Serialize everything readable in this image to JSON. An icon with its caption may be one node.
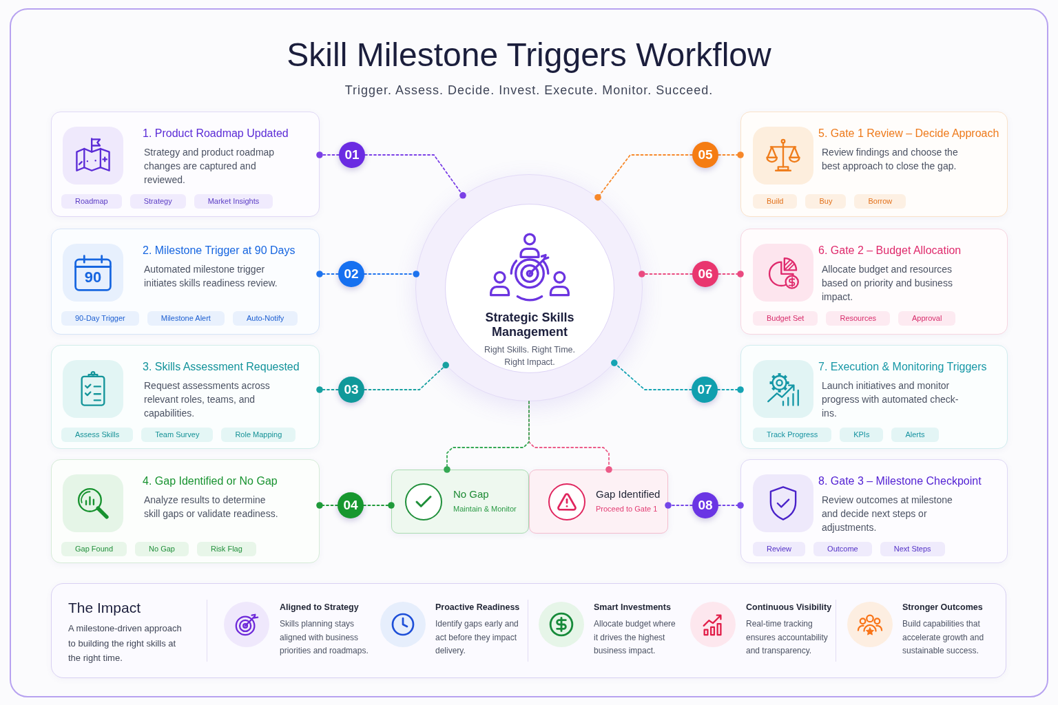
{
  "diagram": {
    "title": "Skill Milestone Triggers Workflow",
    "nodes": [
      {
        "text": [
          "1. Product Roadmap Updated",
          "Strategy and product roadmap changes are captured and reviewed."
        ]
      },
      {
        "text": [
          "Roadmap"
        ],
        "in": 0
      },
      {
        "text": [
          "Strategy"
        ],
        "in": 0
      },
      {
        "text": [
          "Market Insights"
        ],
        "in": 0
      },
      {
        "text": [
          "90",
          "2. Milestone Trigger at 90 Days",
          "Automated milestone trigger initiates skills readiness review."
        ]
      },
      {
        "text": [
          "90-Day Trigger"
        ],
        "in": 4
      },
      {
        "text": [
          "Milestone Alert"
        ],
        "in": 4
      },
      {
        "text": [
          "Auto-Notify"
        ],
        "in": 4
      },
      {
        "text": [
          "3. Skills Assessment Requested",
          "Request assessments across relevant roles, teams, and capabilities."
        ]
      },
      {
        "text": [
          "Assess Skills"
        ],
        "in": 8
      },
      {
        "text": [
          "Team Survey"
        ],
        "in": 8
      },
      {
        "text": [
          "Role Mapping"
        ],
        "in": 8
      },
      {
        "text": [
          "4. Gap Identified or No Gap",
          "Analyze results to determine skill gaps or validate readiness."
        ]
      },
      {
        "text": [
          "Gap Found"
        ],
        "in": 12
      },
      {
        "text": [
          "No Gap"
        ],
        "in": 12
      },
      {
        "text": [
          "Risk Flag"
        ],
        "in": 12
      },
      {
        "text": [
          "5. Gate 1 Review – Decide Approach",
          "Review findings and choose the best approach to close the gap."
        ]
      },
      {
        "text": [
          "Build"
        ],
        "in": 16
      },
      {
        "text": [
          "Buy"
        ],
        "in": 16
      },
      {
        "text": [
          "Borrow"
        ],
        "in": 16
      },
      {
        "text": [
          "6. Gate 2 – Budget Allocation",
          "Allocate budget and resources based on priority and business impact."
        ]
      },
      {
        "text": [
          "Budget Set"
        ],
        "in": 20
      },
      {
        "text": [
          "Resources"
        ],
        "in": 20
      },
      {
        "text": [
          "Approval"
        ],
        "in": 20
      },
      {
        "text": [
          "7. Execution & Monitoring Triggers",
          "Launch initiatives and monitor progress with automated check-ins."
        ]
      },
      {
        "text": [
          "Track Progress"
        ],
        "in": 24
      },
      {
        "text": [
          "KPIs"
        ],
        "in": 24
      },
      {
        "text": [
          "Alerts"
        ],
        "in": 24
      },
      {
        "text": [
          "8. Gate 3 – Milestone Checkpoint",
          "Review outcomes at milestone and decide next steps or adjustments."
        ]
      },
      {
        "text": [
          "Review"
        ],
        "in": 28
      },
      {
        "text": [
          "Outcome"
        ],
        "in": 28
      },
      {
        "text": [
          "Next Steps"
        ],
        "in": 28
      },
      {
        "text": [
          "01"
        ]
      },
      {
        "text": [
          "02"
        ]
      },
      {
        "text": [
          "03"
        ]
      },
      {
        "text": [
          "04"
        ]
      },
      {
        "text": [
          "05"
        ]
      },
      {
        "text": [
          "06"
        ]
      },
      {
        "text": [
          "07"
        ]
      },
      {
        "text": [
          "08"
        ]
      },
      {
        "text": [
          "Strategic Skills Management",
          "Right Skills. Right Time. Right Impact."
        ]
      },
      {
        "text": [
          "No Gap",
          "Maintain & Monitor"
        ]
      },
      {
        "text": [
          "Gap Identified",
          "Proceed to Gate 1"
        ]
      },
      {
        "text": [
          "The Impact",
          "A milestone-driven approach to building the right skills at the right time.",
          "Aligned to Strategy",
          "Skills planning stays aligned with business priorities and roadmaps.",
          "Proactive Readiness",
          "Identify gaps early and act before they impact delivery.",
          "Smart Investments",
          "Allocate budget where it drives the highest business impact.",
          "Continuous Visibility",
          "Real-time tracking ensures accountability and transparency.",
          "Stronger Outcomes",
          "Build capabilities that accelerate growth and sustainable success."
        ]
      }
    ],
    "edges": [
      {
        "from": 32,
        "to": 0,
        "arrow": "other",
        "style": "dashed",
        "color": "#7a3fe6"
      },
      {
        "from": 32,
        "to": 40,
        "arrow": "other",
        "style": "dashed",
        "color": "#7a3fe6"
      },
      {
        "from": 33,
        "to": 4,
        "arrow": "other",
        "style": "dashed",
        "color": "#1e73ee"
      },
      {
        "from": 33,
        "to": 40,
        "arrow": "other",
        "style": "dashed",
        "color": "#1e73ee"
      },
      {
        "from": 34,
        "to": 8,
        "arrow": "other",
        "style": "dashed",
        "color": "#17a0a0"
      },
      {
        "from": 34,
        "to": 40,
        "arrow": "other",
        "style": "dashed",
        "color": "#17a0a0"
      },
      {
        "from": 35,
        "to": 12,
        "arrow": "other",
        "style": "dashed",
        "color": "#1f9a3a"
      },
      {
        "from": 35,
        "to": 41,
        "arrow": "other",
        "style": "dashed",
        "color": "#1f9a3a"
      },
      {
        "from": 36,
        "to": 16,
        "arrow": "other",
        "style": "dashed",
        "color": "#f7882a"
      },
      {
        "from": 36,
        "to": 40,
        "arrow": "other",
        "style": "dashed",
        "color": "#f7882a"
      },
      {
        "from": 37,
        "to": 20,
        "arrow": "other",
        "style": "dashed",
        "color": "#ea4a80"
      },
      {
        "from": 37,
        "to": 40,
        "arrow": "other",
        "style": "dashed",
        "color": "#ea4a80"
      },
      {
        "from": 38,
        "to": 24,
        "arrow": "other",
        "style": "dashed",
        "color": "#16a4b3"
      },
      {
        "from": 38,
        "to": 40,
        "arrow": "other",
        "style": "dashed",
        "color": "#16a4b3"
      },
      {
        "from": 39,
        "to": 28,
        "arrow": "other",
        "style": "dashed",
        "color": "#7446e8"
      },
      {
        "from": 39,
        "to": 42,
        "arrow": "other",
        "style": "dashed",
        "color": "#7446e8"
      },
      {
        "from": 40,
        "to": 41,
        "arrow": "other",
        "style": "dashed",
        "color": "#34a853"
      },
      {
        "from": 40,
        "to": 42,
        "arrow": "other",
        "style": "dashed",
        "color": "#ec5b88"
      }
    ],
    "labels": [
      "Trigger. Assess. Decide. Invest. Execute. Monitor. Succeed."
    ]
  }
}
